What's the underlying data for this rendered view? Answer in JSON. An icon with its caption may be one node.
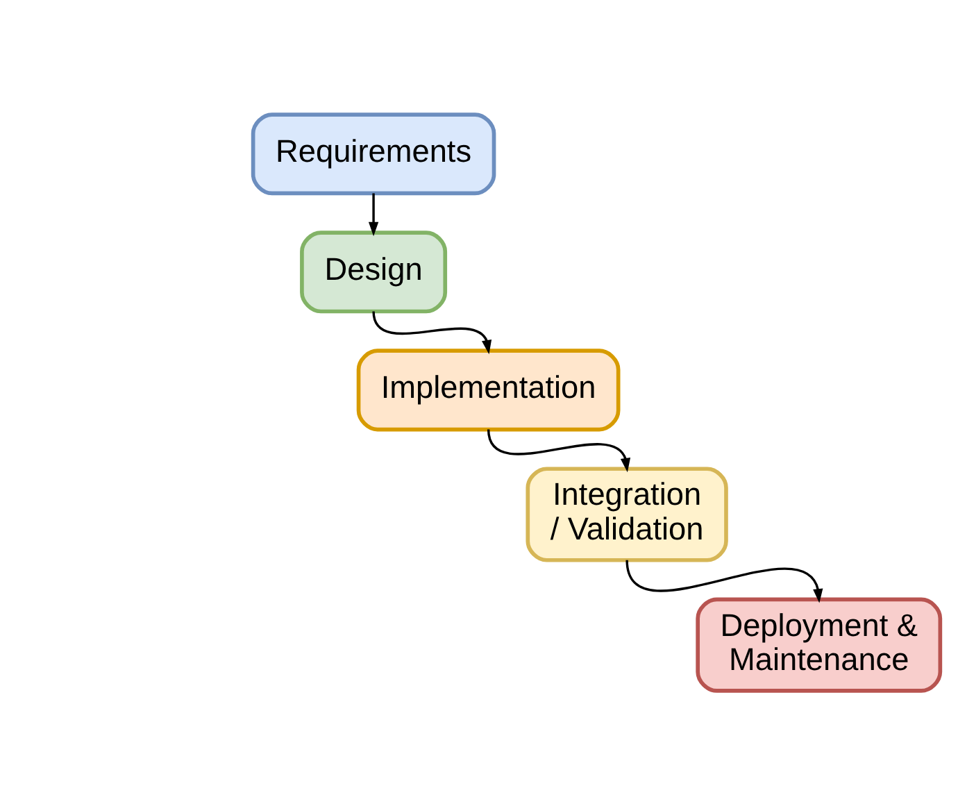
{
  "diagram": {
    "nodes": [
      {
        "text": [
          "Requirements"
        ]
      },
      {
        "text": [
          "Design"
        ]
      },
      {
        "text": [
          "Implementation"
        ]
      },
      {
        "text": [
          "Integration / Validation"
        ]
      },
      {
        "text": [
          "Deployment & Maintenance"
        ]
      }
    ],
    "edges": [
      {
        "from": 0,
        "to": 1,
        "arrow": "to"
      },
      {
        "from": 1,
        "to": 2,
        "arrow": "to"
      },
      {
        "from": 2,
        "to": 3,
        "arrow": "to"
      },
      {
        "from": 3,
        "to": 4,
        "arrow": "to"
      }
    ]
  }
}
